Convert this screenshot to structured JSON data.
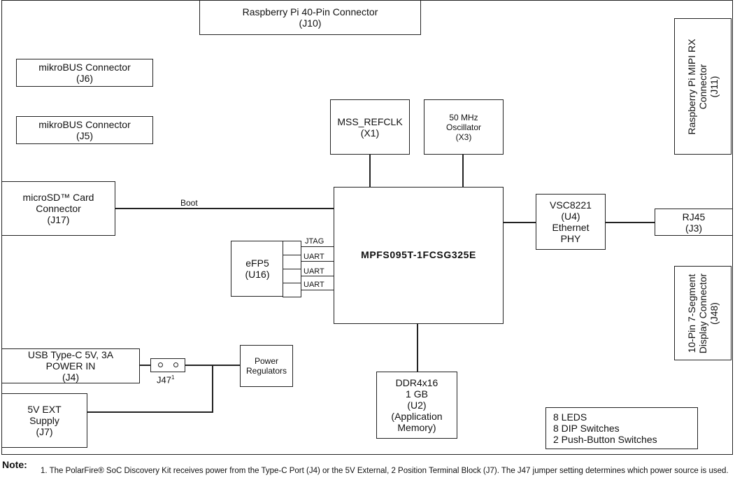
{
  "blocks": {
    "rpi40": {
      "line1": "Raspberry Pi 40-Pin Connector",
      "line2": "(J10)"
    },
    "mikrobus_j6": {
      "line1": "mikroBUS Connector",
      "line2": "(J6)"
    },
    "mikrobus_j5": {
      "line1": "mikroBUS Connector",
      "line2": "(J5)"
    },
    "microsd": {
      "line1": "microSD™ Card",
      "line2": "Connector",
      "line3": "(J17)"
    },
    "refclk": {
      "line1": "MSS_REFCLK",
      "line2": "(X1)"
    },
    "osc": {
      "line1": "50 MHz",
      "line2": "Oscillator",
      "line3": "(X3)"
    },
    "mipi": {
      "line1": "Raspberry Pi MIPI RX",
      "line2": "Connector",
      "line3": "(J11)"
    },
    "soc": {
      "label": "MPFS095T-1FCSG325E"
    },
    "phy": {
      "line1": "VSC8221",
      "line2": "(U4)",
      "line3": "Ethernet",
      "line4": "PHY"
    },
    "rj45": {
      "line1": "RJ45",
      "line2": "(J3)"
    },
    "efp5": {
      "line1": "eFP5",
      "line2": "(U16)"
    },
    "seg7": {
      "line1": "10-Pin 7-Segment",
      "line2": "Display Connector",
      "line3": "(J48)"
    },
    "usbc": {
      "line1": "USB Type-C 5V, 3A",
      "line2": "POWER IN",
      "line3": "(J4)"
    },
    "ext5v": {
      "line1": "5V EXT",
      "line2": "Supply",
      "line3": "(J7)"
    },
    "power_reg": {
      "line1": "Power",
      "line2": "Regulators"
    },
    "ddr": {
      "line1": "DDR4x16",
      "line2": "1 GB",
      "line3": "(U2)",
      "line4": "(Application",
      "line5": "Memory)"
    },
    "misc": {
      "line1": "8 LEDS",
      "line2": "8 DIP Switches",
      "line3": "2 Push-Button Switches"
    }
  },
  "signals": {
    "boot": "Boot",
    "jtag": "JTAG",
    "uart1": "UART",
    "uart2": "UART",
    "uart3": "UART"
  },
  "jumper": {
    "label": "J47",
    "superscript": "1"
  },
  "note": {
    "heading": "Note:",
    "text": "1. The PolarFire® SoC Discovery Kit receives power from the Type-C Port (J4) or the 5V External, 2 Position Terminal Block (J7). The J47 jumper setting determines which power source is used."
  }
}
